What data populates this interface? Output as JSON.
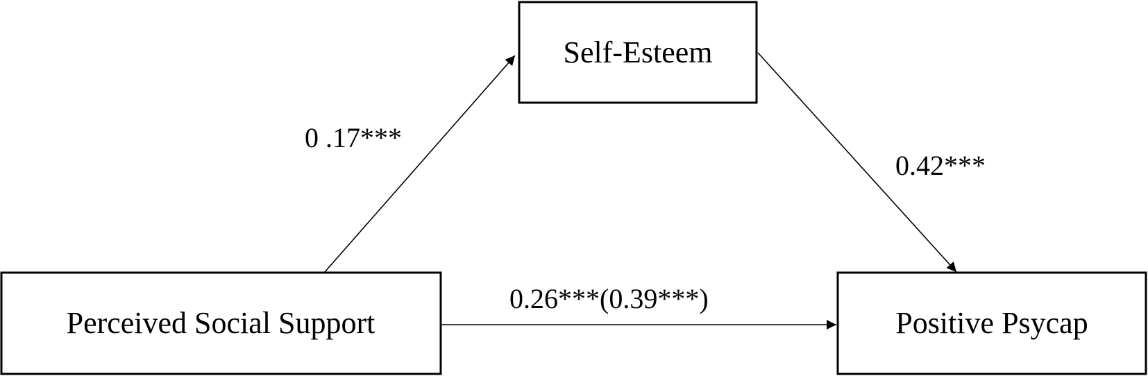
{
  "nodes": {
    "mediator": {
      "label": "Self-Esteem"
    },
    "predictor": {
      "label": "Perceived Social Support"
    },
    "outcome": {
      "label": "Positive Psycap"
    }
  },
  "paths": {
    "a": {
      "coefficient": "0 .17***"
    },
    "b": {
      "coefficient": "0.42***"
    },
    "c": {
      "coefficient": "0.26***(0.39***)"
    }
  }
}
